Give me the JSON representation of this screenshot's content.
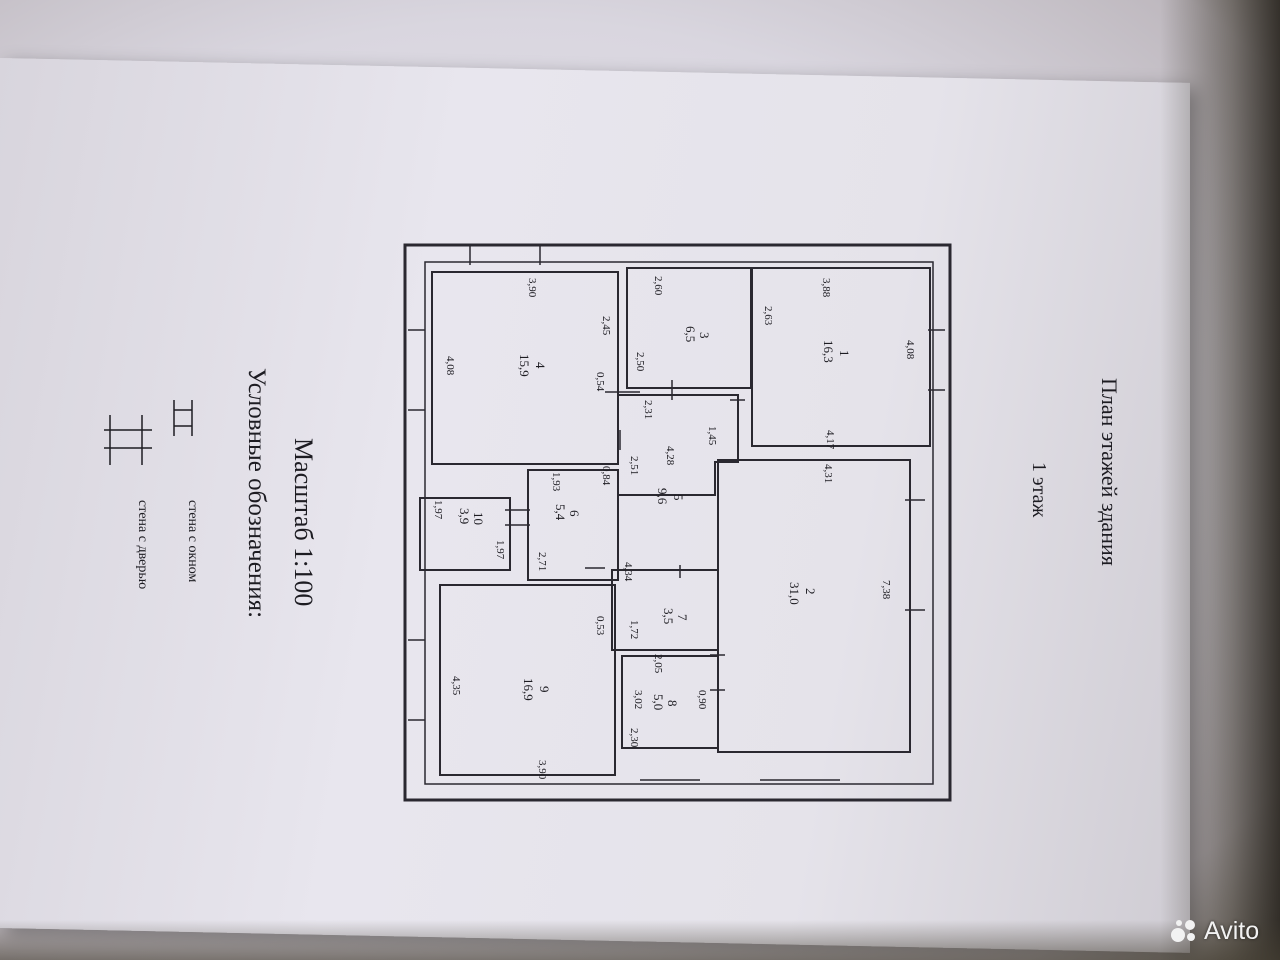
{
  "document": {
    "title": "План этажей здания",
    "floor": "1 этаж",
    "scale": "Масштаб 1:100",
    "legend": {
      "title": "Условные обозначения:",
      "items": [
        {
          "label": "стена с окном",
          "icon": "window-wall-icon"
        },
        {
          "label": "стена с дверью",
          "icon": "door-wall-icon"
        }
      ]
    }
  },
  "rooms": [
    {
      "number": "1",
      "area": "16,3"
    },
    {
      "number": "2",
      "area": "31,0"
    },
    {
      "number": "3",
      "area": "6,5"
    },
    {
      "number": "4",
      "area": "15,9"
    },
    {
      "number": "5",
      "area": "9,6"
    },
    {
      "number": "6",
      "area": "5,4"
    },
    {
      "number": "7",
      "area": "3,5"
    },
    {
      "number": "8",
      "area": "5,0"
    },
    {
      "number": "9",
      "area": "16,9"
    },
    {
      "number": "10",
      "area": "3,9"
    }
  ],
  "dimensions": {
    "r1_top": "3,88",
    "r1_left": "2,63",
    "r1_right": "4,08",
    "r1_bottom": "4,17",
    "r4_top": "3,90",
    "r4_left": "4,08",
    "r4_right": "2,45",
    "r4_small": "0,54",
    "r3_top": "2,60",
    "r3_bottom": "2,50",
    "r3_mid": "2,31",
    "r5_a": "4,28",
    "r5_b": "2,51",
    "r5_c": "0,84",
    "r5_d": "1,45",
    "r6_top": "1,93",
    "r6_bottom": "2,71",
    "r10_top": "1,97",
    "r10_side": "1,97",
    "r2_top": "4,31",
    "r2_right": "7,38",
    "r2_mid": "4,34",
    "r7_a": "0,53",
    "r7_b": "1,72",
    "r7_c": "2,05",
    "r8_a": "3,02",
    "r8_b": "2,30",
    "r8_c": "0,90",
    "r9_left": "4,35",
    "r9_bottom": "3,90"
  },
  "watermark": "Avito"
}
